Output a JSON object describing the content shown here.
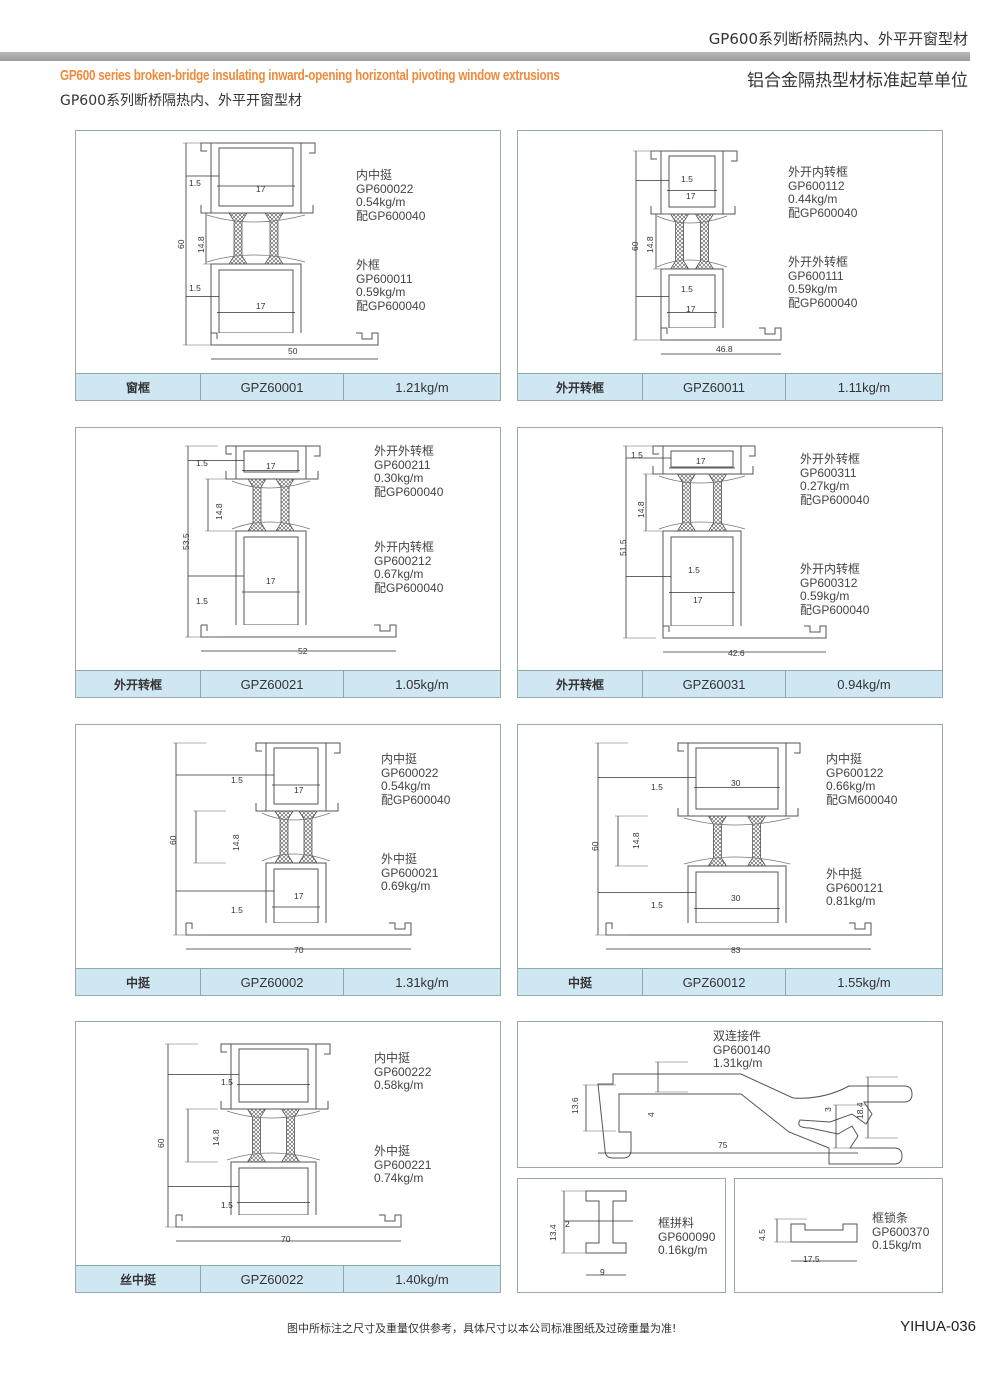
{
  "header": {
    "series_title_right": "GP600系列断桥隔热内、外平开窗型材",
    "unit": "铝合金隔热型材标准起草单位",
    "title_en": "GP600 series broken-bridge insulating inward-opening horizontal pivoting window extrusions",
    "title_cn": "GP600系列断桥隔热内、外平开窗型材"
  },
  "colors": {
    "accent": "#f08a3c",
    "footer_bg": "#cfe6f3"
  },
  "panels": [
    {
      "notes": [
        [
          "内中挺",
          "GP600022",
          "0.54kg/m",
          "配GP600040"
        ],
        [
          "外框",
          "GP600011",
          "0.59kg/m",
          "配GP600040"
        ]
      ],
      "dims": [
        "1.5",
        "17",
        "60",
        "14.8",
        "1.5",
        "17",
        "50"
      ],
      "footer": [
        "窗框",
        "GPZ60001",
        "1.21kg/m"
      ]
    },
    {
      "notes": [
        [
          "外开内转框",
          "GP600112",
          "0.44kg/m",
          "配GP600040"
        ],
        [
          "外开外转框",
          "GP600111",
          "0.59kg/m",
          "配GP600040"
        ]
      ],
      "dims": [
        "1.5",
        "17",
        "60",
        "14.8",
        "1.5",
        "17",
        "46.8"
      ],
      "footer": [
        "外开转框",
        "GPZ60011",
        "1.11kg/m"
      ]
    },
    {
      "notes": [
        [
          "外开外转框",
          "GP600211",
          "0.30kg/m",
          "配GP600040"
        ],
        [
          "外开内转框",
          "GP600212",
          "0.67kg/m",
          "配GP600040"
        ]
      ],
      "dims": [
        "1.5",
        "17",
        "14.8",
        "53.5",
        "17",
        "1.5",
        "52"
      ],
      "footer": [
        "外开转框",
        "GPZ60021",
        "1.05kg/m"
      ]
    },
    {
      "notes": [
        [
          "外开外转框",
          "GP600311",
          "0.27kg/m",
          "配GP600040"
        ],
        [
          "外开内转框",
          "GP600312",
          "0.59kg/m",
          "配GP600040"
        ]
      ],
      "dims": [
        "1.5",
        "17",
        "14.8",
        "51.5",
        "1.5",
        "17",
        "42.6"
      ],
      "footer": [
        "外开转框",
        "GPZ60031",
        "0.94kg/m"
      ]
    },
    {
      "notes": [
        [
          "内中挺",
          "GP600022",
          "0.54kg/m",
          "配GP600040"
        ],
        [
          "外中挺",
          "GP600021",
          "0.69kg/m"
        ]
      ],
      "dims": [
        "1.5",
        "17",
        "60",
        "14.8",
        "17",
        "1.5",
        "70"
      ],
      "footer": [
        "中挺",
        "GPZ60002",
        "1.31kg/m"
      ]
    },
    {
      "notes": [
        [
          "内中挺",
          "GP600122",
          "0.66kg/m",
          "配GM600040"
        ],
        [
          "外中挺",
          "GP600121",
          "0.81kg/m"
        ]
      ],
      "dims": [
        "1.5",
        "30",
        "60",
        "14.8",
        "30",
        "1.5",
        "83"
      ],
      "footer": [
        "中挺",
        "GPZ60012",
        "1.55kg/m"
      ]
    },
    {
      "notes": [
        [
          "内中挺",
          "GP600222",
          "0.58kg/m"
        ],
        [
          "外中挺",
          "GP600221",
          "0.74kg/m"
        ]
      ],
      "dims": [
        "1.5",
        "60",
        "14.8",
        "1.5",
        "70"
      ],
      "footer": [
        "丝中挺",
        "GPZ60022",
        "1.40kg/m"
      ]
    },
    {
      "notes": [
        [
          "双连接件",
          "GP600140",
          "1.31kg/m"
        ]
      ],
      "dims": [
        "13.6",
        "4",
        "3",
        "18.4",
        "75"
      ]
    },
    {
      "notes": [
        [
          "框拼料",
          "GP600090",
          "0.16kg/m"
        ]
      ],
      "dims": [
        "13.4",
        "2",
        "9"
      ]
    },
    {
      "notes": [
        [
          "框锁条",
          "GP600370",
          "0.15kg/m"
        ]
      ],
      "dims": [
        "4.5",
        "17.5"
      ]
    }
  ],
  "footer": {
    "disclaimer": "图中所标注之尺寸及重量仅供参考，具体尺寸以本公司标准图纸及过磅重量为准!",
    "page_id": "YIHUA-036"
  }
}
